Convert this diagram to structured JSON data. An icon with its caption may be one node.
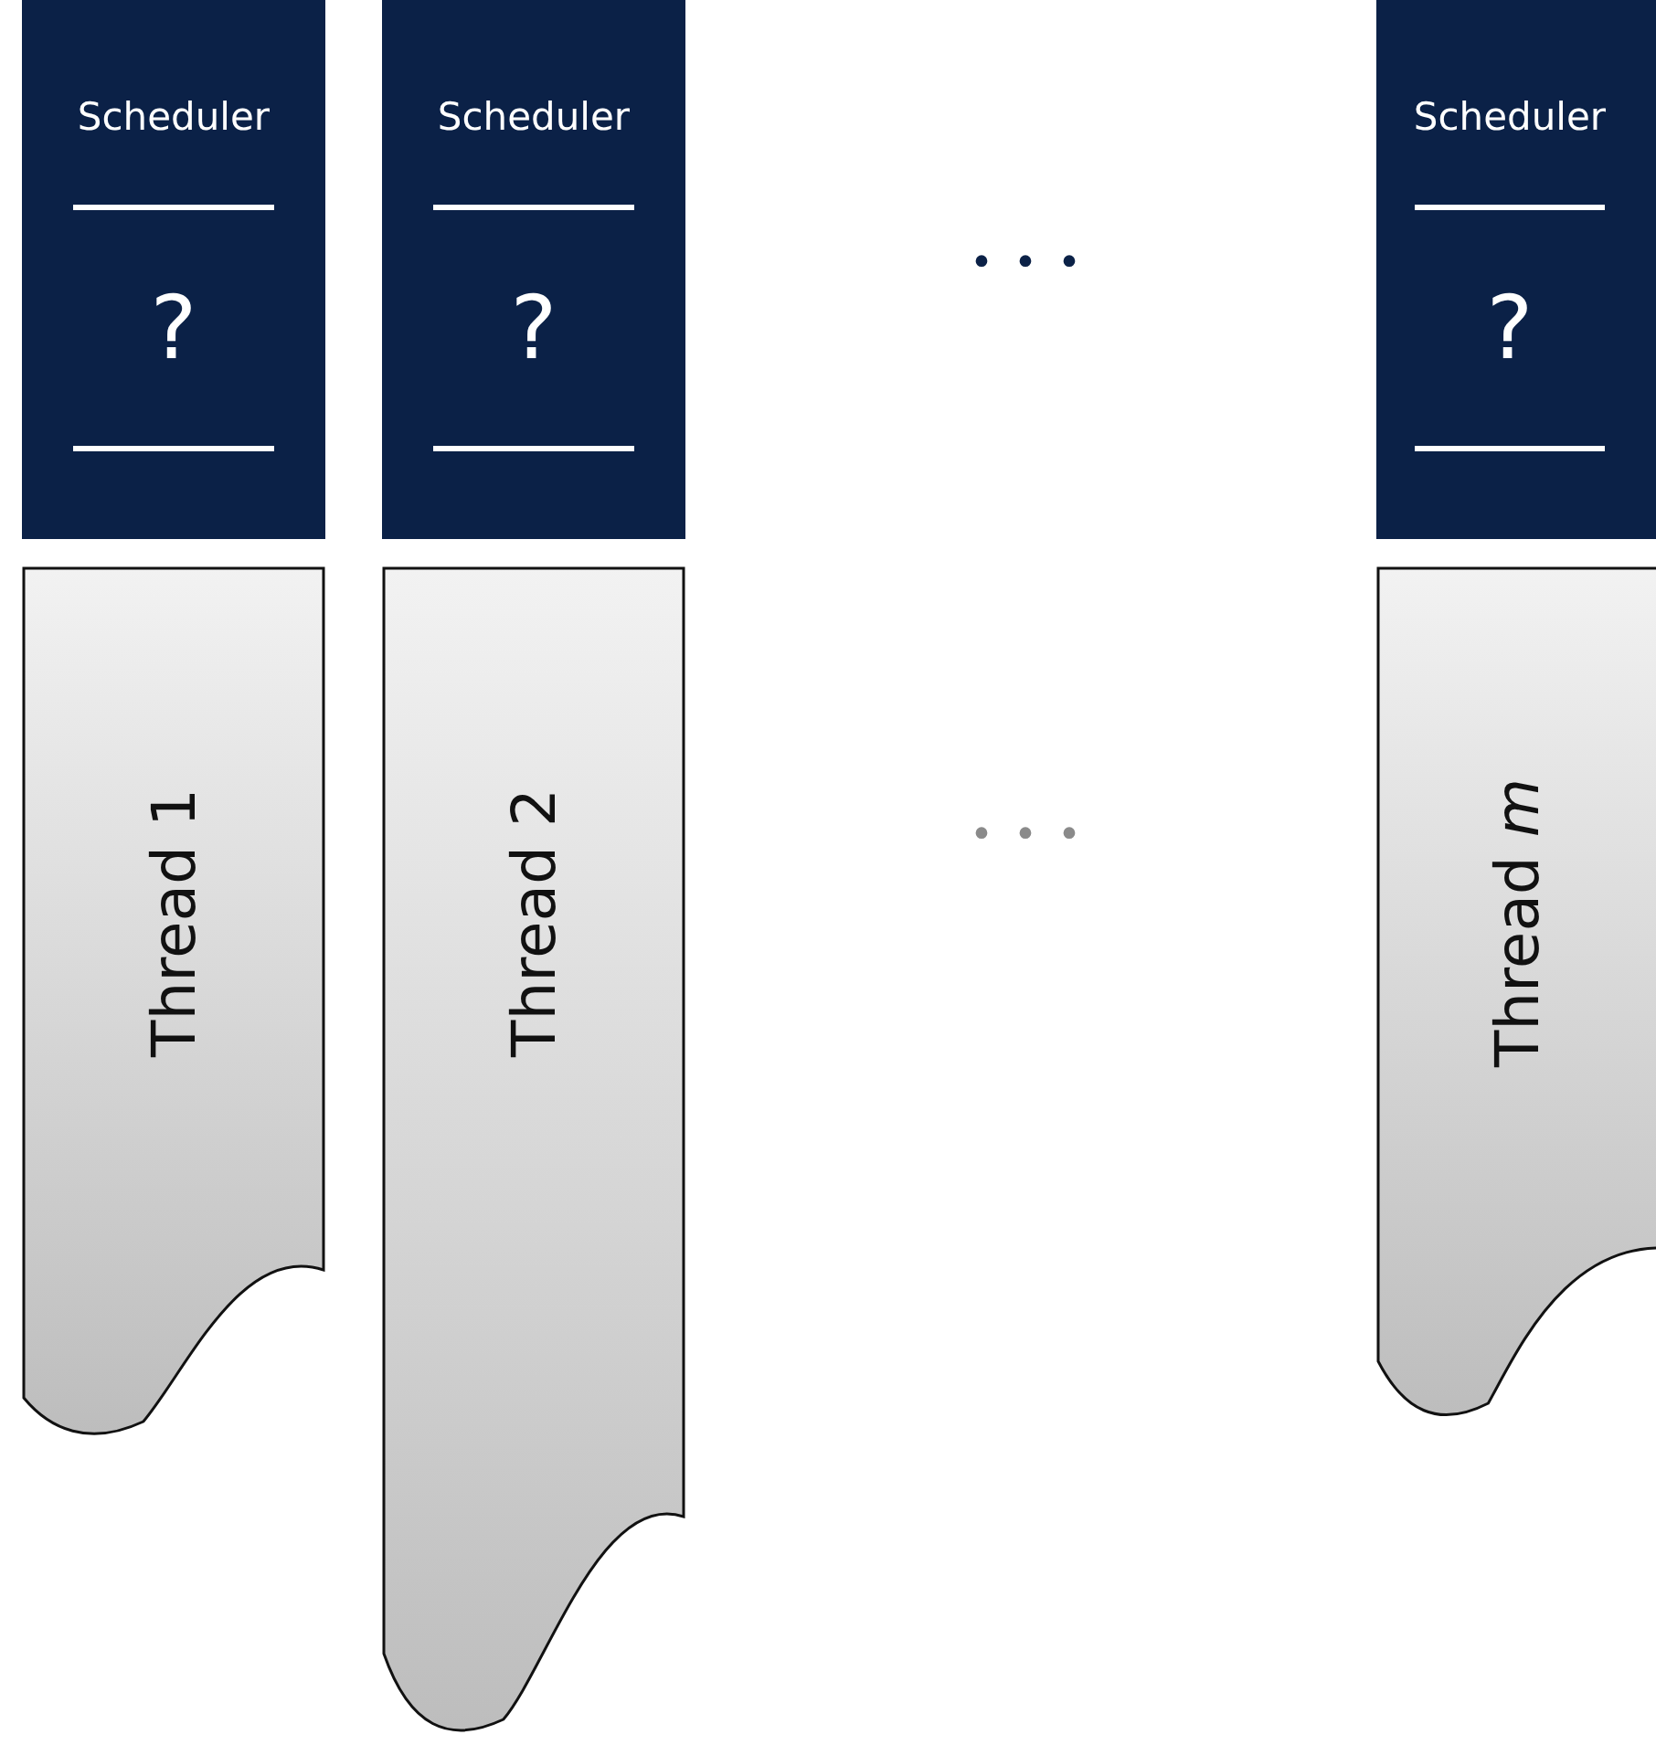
{
  "diagram": {
    "nodes": [
      {
        "text": [
          "Scheduler",
          "?"
        ]
      },
      {
        "text": [
          "Scheduler",
          "?"
        ]
      },
      {
        "text": [
          "Scheduler",
          "?"
        ]
      },
      {
        "text": [
          "Thread 1"
        ]
      },
      {
        "text": [
          "Thread 2"
        ]
      },
      {
        "text": [
          "Thread *m*"
        ]
      }
    ],
    "labels": [
      "• • •",
      "• • •"
    ]
  }
}
